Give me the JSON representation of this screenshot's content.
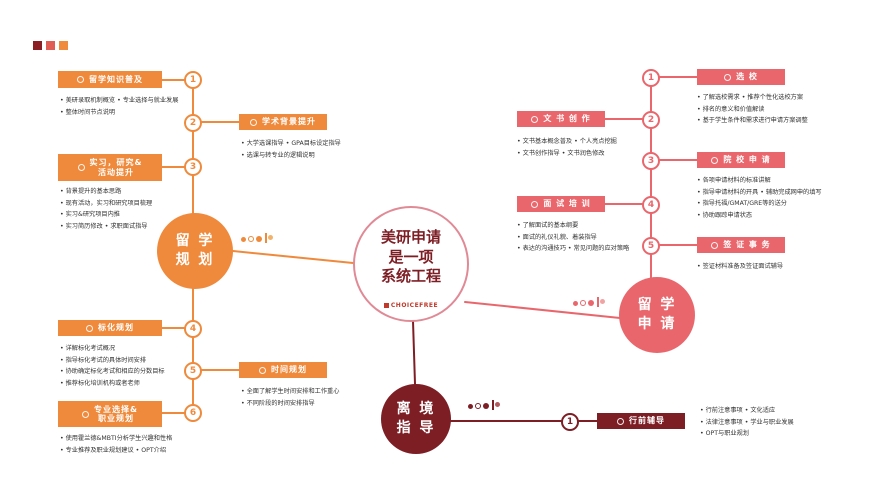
{
  "colors": {
    "orange": "#ef8a3c",
    "pink": "#e9676c",
    "maroon": "#7d1e25",
    "center_border": "#e08a96"
  },
  "center": {
    "title": "美研申请\n是一项\n系统工程",
    "logo": "CHOICEFREE"
  },
  "hubs": {
    "plan": "留 学\n规 划",
    "apply": "留 学\n申 请",
    "depart": "离 境\n指 导"
  },
  "left": [
    {
      "num": "1",
      "label": "留学知识普及",
      "items": [
        "美研录取机制概览 • 专业选择与就业发展",
        "整体时间节点说明"
      ]
    },
    {
      "num": "2",
      "label": "学术背景提升",
      "items": [
        "大学选课指导 • GPA目标设定指导",
        "选课与转专业的逻辑说明"
      ]
    },
    {
      "num": "3",
      "label": "实习，研究&\n活动提升",
      "items": [
        "背景提升的基本思路",
        "现有活动，实习和研究项目梳理",
        "实习&研究项目内推",
        "实习简历修改 • 求职面试指导"
      ]
    },
    {
      "num": "4",
      "label": "标化规划",
      "items": [
        "详解标化考试概况",
        "指导标化考试的具体时间安排",
        "协助确定标化考试和相应的分数目标",
        "推荐标化培训机构或者老师"
      ]
    },
    {
      "num": "5",
      "label": "时间规划",
      "items": [
        "全面了解学生时间安排和工作重心",
        "不同阶段的时间安排指导"
      ]
    },
    {
      "num": "6",
      "label": "专业选择&\n职业规划",
      "items": [
        "使用霍兰德&MBTI分析学生兴趣和性格",
        "专业推荐及职业规划建议 • OPT介绍"
      ]
    }
  ],
  "right": [
    {
      "num": "1",
      "label": "选 校",
      "items": [
        "了解选校需求 • 推荐个性化选校方案",
        "排名的意义和价值解读",
        "基于学生条件和需求进行申请方案调整"
      ]
    },
    {
      "num": "2",
      "label": "文 书 创 作",
      "items": [
        "文书基本概念普及 • 个人亮点挖掘",
        "文书创作指导 • 文书润色修改"
      ]
    },
    {
      "num": "3",
      "label": "院 校 申 请",
      "items": [
        "各项申请材料的标准讲解",
        "指导申请材料的开具 • 辅助完成网申的填写",
        "指导托福/GMAT/GRE等的送分",
        "协助跟踪申请状态"
      ]
    },
    {
      "num": "4",
      "label": "面 试 培 训",
      "items": [
        "了解面试的基本纲要",
        "面试的礼仪礼貌、着装指导",
        "表达的沟通技巧 • 常见问题的应对策略"
      ]
    },
    {
      "num": "5",
      "label": "签 证 事 务",
      "items": [
        "签证材料准备及签证面试辅导"
      ]
    }
  ],
  "bottom": {
    "num": "1",
    "label": "行前辅导",
    "items": [
      "行前注意事项 • 文化适应",
      "法律注意事项 • 学业与职业发展",
      "OPT与职业规划"
    ]
  }
}
